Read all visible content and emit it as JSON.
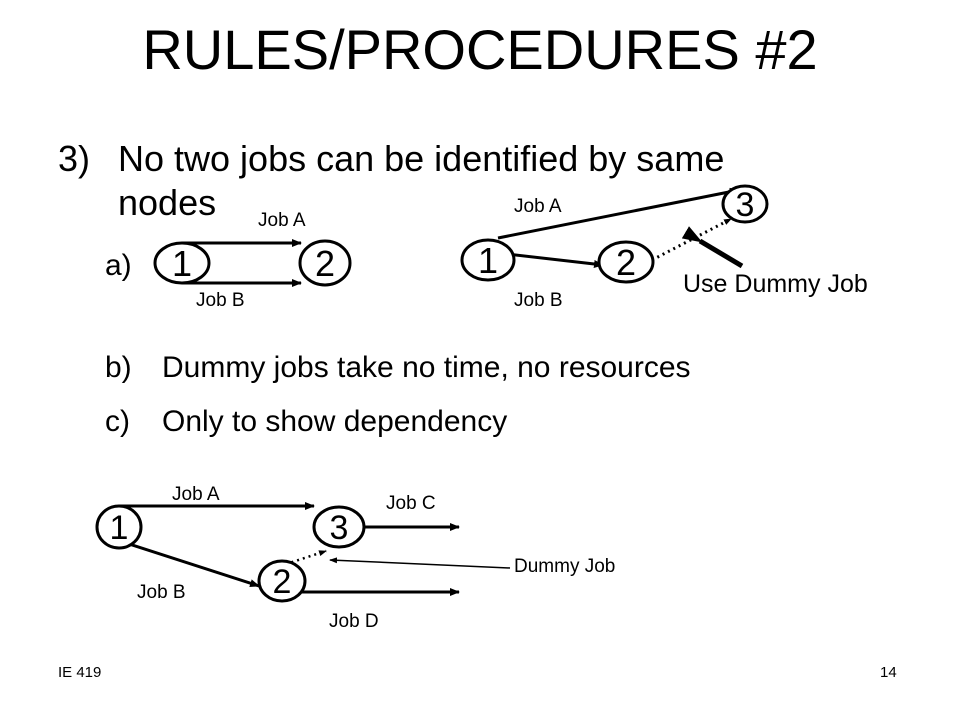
{
  "slide": {
    "title": "RULES/PROCEDURES #2",
    "rule3": {
      "number": "3)",
      "text_line1": "No two jobs can be identified by same",
      "text_line2": "nodes"
    },
    "item_a": {
      "marker": "a)"
    },
    "item_b": {
      "marker": "b)",
      "text": "Dummy jobs take no time, no resources"
    },
    "item_c": {
      "marker": "c)",
      "text": "Only to show dependency"
    },
    "footer": {
      "course": "IE 419",
      "page": "14"
    }
  },
  "diagram_wrong": {
    "nodes": [
      "1",
      "2"
    ],
    "edges": [
      "Job A",
      "Job B"
    ]
  },
  "diagram_right": {
    "nodes": [
      "1",
      "2",
      "3"
    ],
    "edges": [
      "Job A",
      "Job B"
    ],
    "callout": "Use Dummy Job"
  },
  "diagram_bottom": {
    "nodes": [
      "1",
      "3",
      "2"
    ],
    "edges": [
      "Job A",
      "Job B",
      "Job C",
      "Job D"
    ],
    "callout": "Dummy Job"
  }
}
